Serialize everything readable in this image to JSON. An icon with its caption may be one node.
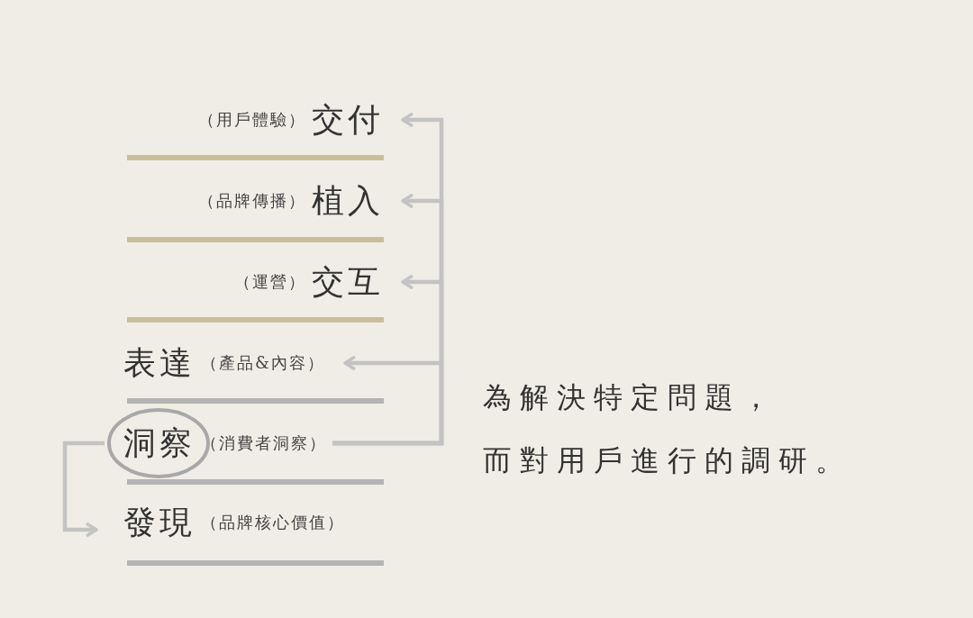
{
  "diagram": {
    "nodes": [
      {
        "text": [
          "（用戶體驗）",
          "交付"
        ]
      },
      {
        "text": [
          "（品牌傳播）",
          "植入"
        ]
      },
      {
        "text": [
          "（運營）",
          "交互"
        ]
      },
      {
        "text": [
          "表達",
          "（產品&內容）"
        ]
      },
      {
        "text": [
          "洞察",
          "（消費者洞察）"
        ]
      },
      {
        "text": [
          "發現",
          "（品牌核心價值）"
        ]
      }
    ],
    "edges": [
      {
        "from": 4,
        "to": 0,
        "arrow": "to"
      },
      {
        "from": 4,
        "to": 1,
        "arrow": "to"
      },
      {
        "from": 4,
        "to": 2,
        "arrow": "to"
      },
      {
        "from": 4,
        "to": 3,
        "arrow": "to"
      },
      {
        "from": 4,
        "to": 5,
        "arrow": "to"
      }
    ],
    "labels": [
      "為解決特定問題，",
      "而對用戶進行的調研。"
    ]
  }
}
